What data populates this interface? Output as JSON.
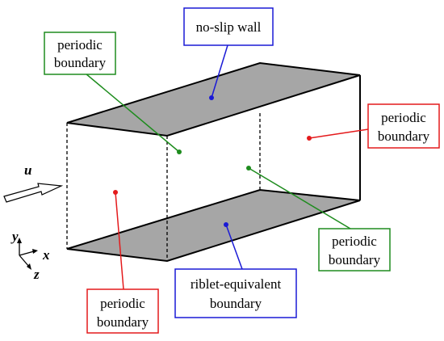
{
  "colors": {
    "surface_fill": "#a6a6a6",
    "red": "#e41a1c",
    "green": "#1e8c1e",
    "blue": "#1a1ad6",
    "edge": "#000000"
  },
  "labels": {
    "no_slip_wall": [
      "no-slip wall"
    ],
    "riblet_boundary": [
      "riblet-equivalent",
      "boundary"
    ],
    "periodic_top_left": [
      "periodic",
      "boundary"
    ],
    "periodic_right": [
      "periodic",
      "boundary"
    ],
    "periodic_lower_right": [
      "periodic",
      "boundary"
    ],
    "periodic_bottom_left": [
      "periodic",
      "boundary"
    ]
  },
  "axes": {
    "x": "x",
    "y": "y",
    "z": "z",
    "flow": "u"
  }
}
